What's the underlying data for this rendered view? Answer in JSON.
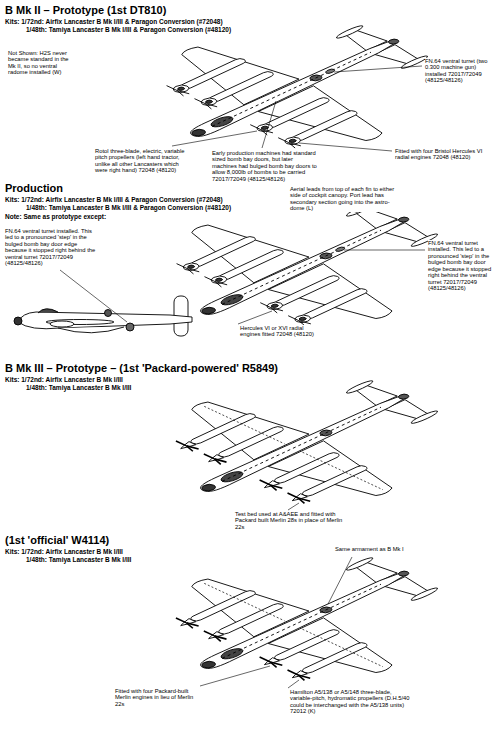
{
  "diagram": {
    "labels": [
      "B Mk II – Prototype (1st DT810)",
      "Kits: 1/72nd: Airfix Lancaster B Mk I/III & Paragon Conversion (#72048)",
      "1/48th: Tamiya Lancaster B Mk I/III & Paragon Conversion (#48120)",
      "Not Shown: H2S never became standard in the Mk II, so no ventral radome installed (W)",
      "FN.64 ventral turret (two 0.300 machine gun) installed 72017/72049 (48125/48126)",
      "Rotol three-blade, electric, variable pitch propellers (left hand tractor, unlike all other Lancasters which were right hand) 72048 (48120)",
      "Early production machines had standard sized bomb bay doors, but later machines had bulged bomb bay doors to allow 8,000lb of bombs to be carried 72017/72049 (48125/48126)",
      "Fitted with four Bristol Hercules VI radial engines 72048 (48120)",
      "Production",
      "Kits: 1/72nd: Airfix Lancaster B Mk I/III & Paragon Conversion (#72048)",
      "1/48th: Tamiya Lancaster B Mk I/III & Paragon Conversion (#48120)",
      "Note: Same as prototype except:",
      "Aerial leads from top of each fin to either side of cockpit canopy. Port lead has secondary section going into the astro-dome (L)",
      "FN.64 ventral turret installed. This led to a pronounced 'step' in the bulged bomb bay door edge because it stopped right behind the ventral turret 72017/72049 (48125/48126)",
      "Hercules VI or XVI radial engines fitted 72048 (48120)",
      "FN.64 ventral turret installed. This led to a pronounced 'step' in the bulged bomb bay door edge because it stopped right behind the ventral turret 72017/72049 (48125/48126)",
      "B Mk III – Prototype – (1st 'Packard-powered' R5849)",
      "Kits: 1/72nd: Airfix Lancaster B Mk I/III",
      "1/48th: Tamiya Lancaster B Mk I/III",
      "Test bed used at A&AEE and fitted with Packard built Merlin 28s in place of Merlin 22s",
      "(1st 'official' W4114)",
      "Kits: 1/72nd: Airfix Lancaster B Mk I/III",
      "1/48th: Tamiya Lancaster B Mk I/III",
      "Same armament as B Mk I",
      "Fitted with four Packard-built Merlin engines in lieu of Merlin 22s",
      "Hamilton A5/138 or A5/148 three-blade, variable-pitch, hydromatic propellers (D.H.5/40 could be interchanged with the A5/138 units) 72012 (K)"
    ]
  }
}
